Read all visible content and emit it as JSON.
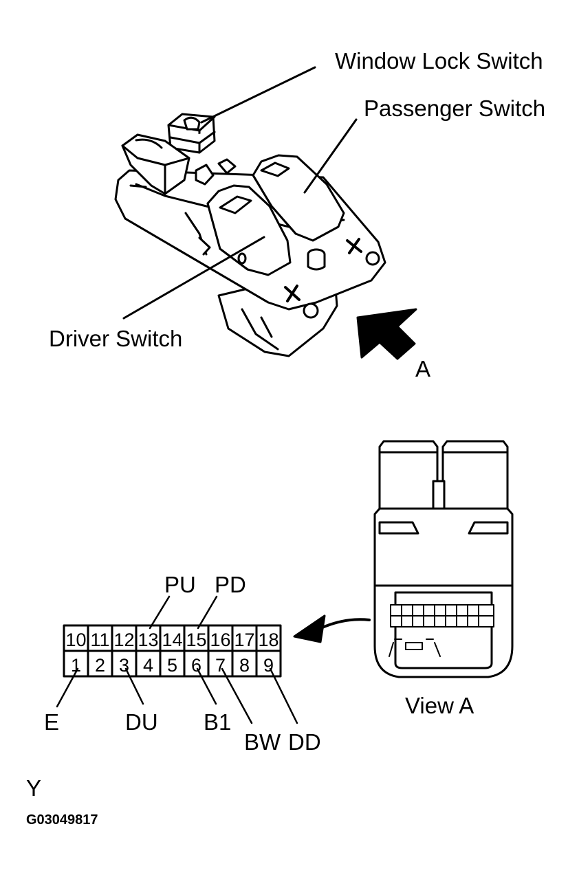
{
  "labels": {
    "window_lock_switch": "Window Lock Switch",
    "passenger_switch": "Passenger Switch",
    "driver_switch": "Driver Switch",
    "view_arrow": "A",
    "view_a": "View A",
    "corner_letter": "Y",
    "figure_code": "G03049817"
  },
  "connector": {
    "top_row_pins": [
      "10",
      "11",
      "12",
      "13",
      "14",
      "15",
      "16",
      "17",
      "18"
    ],
    "bottom_row_pins": [
      "1",
      "2",
      "3",
      "4",
      "5",
      "6",
      "7",
      "8",
      "9"
    ],
    "terminals": {
      "pu": "PU",
      "pd": "PD",
      "e": "E",
      "du": "DU",
      "b1": "B1",
      "bw": "BW",
      "dd": "DD"
    }
  }
}
